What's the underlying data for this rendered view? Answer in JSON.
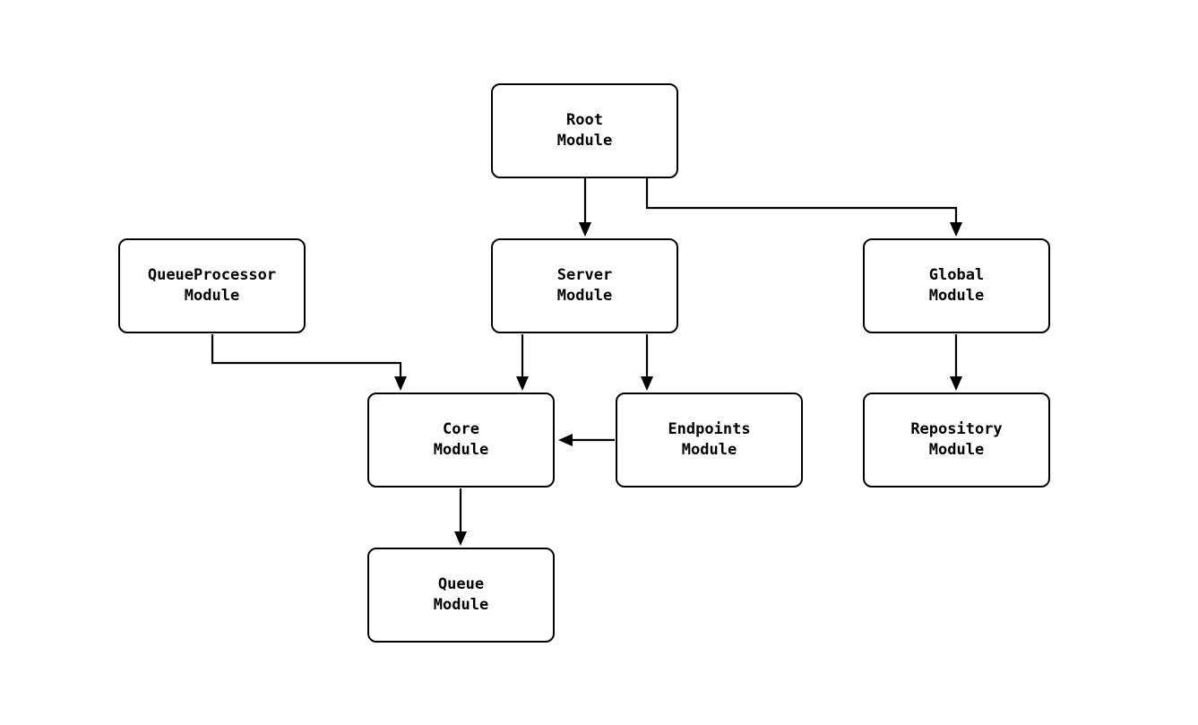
{
  "diagram": {
    "background_color": "#ffffff",
    "node_fill_color": "#ffffff",
    "node_border_color": "#000000",
    "edge_color": "#000000",
    "text_color": "#000000",
    "nodes": {
      "root": {
        "line1": "Root",
        "line2": "Module"
      },
      "server": {
        "line1": "Server",
        "line2": "Module"
      },
      "global": {
        "line1": "Global",
        "line2": "Module"
      },
      "queue_processor": {
        "line1": "QueueProcessor",
        "line2": "Module"
      },
      "core": {
        "line1": "Core",
        "line2": "Module"
      },
      "endpoints": {
        "line1": "Endpoints",
        "line2": "Module"
      },
      "repository": {
        "line1": "Repository",
        "line2": "Module"
      },
      "queue": {
        "line1": "Queue",
        "line2": "Module"
      }
    },
    "edges": [
      {
        "from": "Root Module",
        "to": "Server Module"
      },
      {
        "from": "Root Module",
        "to": "Global Module"
      },
      {
        "from": "QueueProcessor Module",
        "to": "Core Module"
      },
      {
        "from": "Server Module",
        "to": "Core Module"
      },
      {
        "from": "Server Module",
        "to": "Endpoints Module"
      },
      {
        "from": "Endpoints Module",
        "to": "Core Module"
      },
      {
        "from": "Global Module",
        "to": "Repository Module"
      },
      {
        "from": "Core Module",
        "to": "Queue Module"
      }
    ]
  }
}
